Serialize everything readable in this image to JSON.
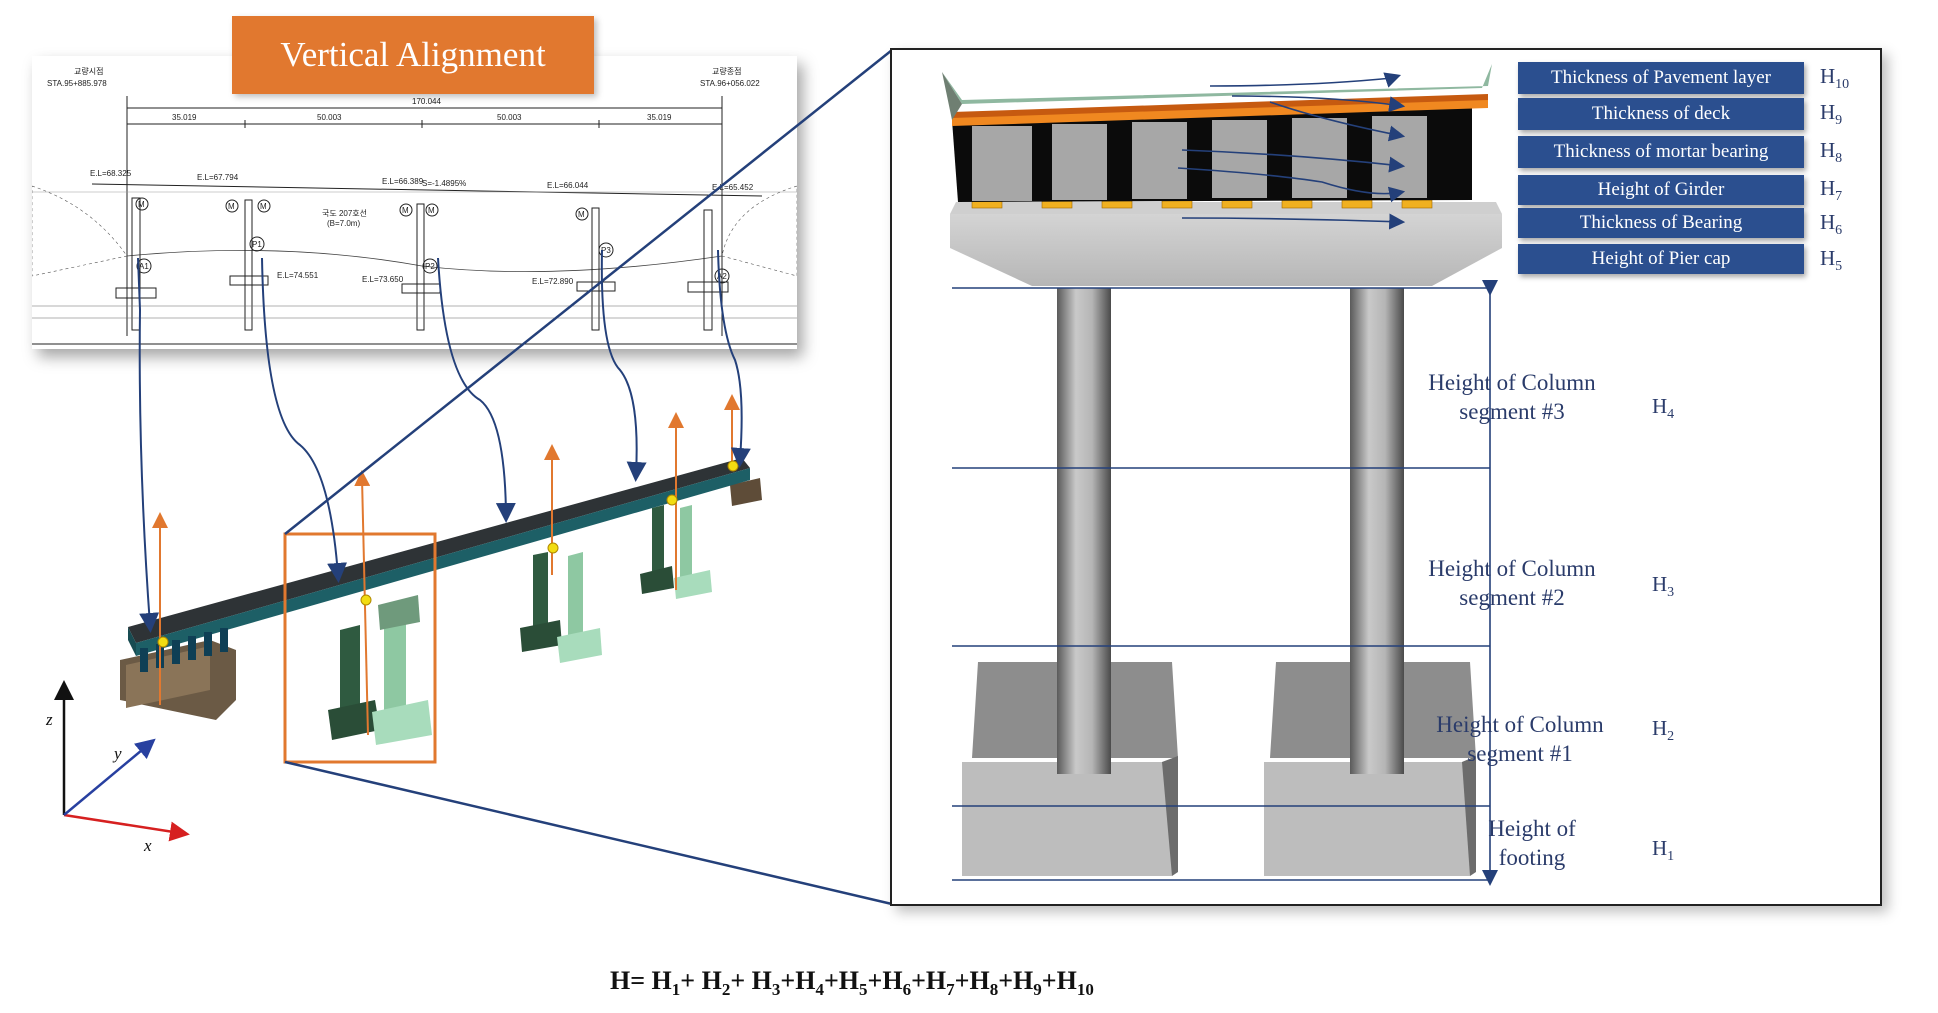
{
  "title": "Vertical Alignment",
  "drawing": {
    "stations": [
      "STA.95+885.978",
      "STA.96+056.022"
    ],
    "stations_top": [
      "교량시점",
      "교량종점"
    ],
    "total_length": "170.044",
    "spans": [
      "35.019",
      "50.003",
      "50.003",
      "35.019"
    ],
    "elevations": [
      "E.L=68.325",
      "E.L=67.794",
      "E.L=66.389",
      "E.L=66.044",
      "E.L=65.452"
    ],
    "grade": "S=-1.4895%",
    "bottom_elevations": [
      "E.L=74.551",
      "E.L=73.650",
      "E.L=72.890"
    ],
    "road_label": "국도 207호선",
    "road_sub": "(B=7.0m)",
    "support_labels": [
      "A1",
      "P1",
      "P2",
      "P3",
      "A2"
    ],
    "marks": [
      "M",
      "M",
      "M",
      "M",
      "M",
      "M"
    ]
  },
  "labels": [
    {
      "text": "Thickness of Pavement layer",
      "key": "H",
      "sub": "10"
    },
    {
      "text": "Thickness of deck",
      "key": "H",
      "sub": "9"
    },
    {
      "text": "Thickness of mortar bearing",
      "key": "H",
      "sub": "8"
    },
    {
      "text": "Height of Girder",
      "key": "H",
      "sub": "7"
    },
    {
      "text": "Thickness of Bearing",
      "key": "H",
      "sub": "6"
    },
    {
      "text": "Height of Pier cap",
      "key": "H",
      "sub": "5"
    }
  ],
  "segments": [
    {
      "line1": "Height of Column",
      "line2": "segment #3",
      "key": "H",
      "sub": "4"
    },
    {
      "line1": "Height of Column",
      "line2": "segment #2",
      "key": "H",
      "sub": "3"
    },
    {
      "line1": "Height of Column",
      "line2": "segment #1",
      "key": "H",
      "sub": "2"
    },
    {
      "line1": "Height of",
      "line2": "footing",
      "key": "H",
      "sub": "1"
    }
  ],
  "axes": {
    "x": "x",
    "y": "y",
    "z": "z"
  },
  "formula": {
    "lhs": "H= ",
    "terms": [
      {
        "base": "H",
        "sub": "1",
        "sep": "+ "
      },
      {
        "base": "H",
        "sub": "2",
        "sep": "+ "
      },
      {
        "base": "H",
        "sub": "3",
        "sep": "+"
      },
      {
        "base": "H",
        "sub": "4",
        "sep": "+"
      },
      {
        "base": "H",
        "sub": "5",
        "sep": "+"
      },
      {
        "base": "H",
        "sub": "6",
        "sep": "+"
      },
      {
        "base": "H",
        "sub": "7",
        "sep": "+"
      },
      {
        "base": "H",
        "sub": "8",
        "sep": "+"
      },
      {
        "base": "H",
        "sub": "9",
        "sep": "+"
      },
      {
        "base": "H",
        "sub": "10",
        "sep": ""
      }
    ]
  },
  "colors": {
    "orange": "#e1782f",
    "label_blue": "#2b4f8f",
    "line_blue": "#24407a",
    "deck": "#2e3336",
    "pier_green": "#3f6c52",
    "pier_light": "#a8dcbc"
  }
}
